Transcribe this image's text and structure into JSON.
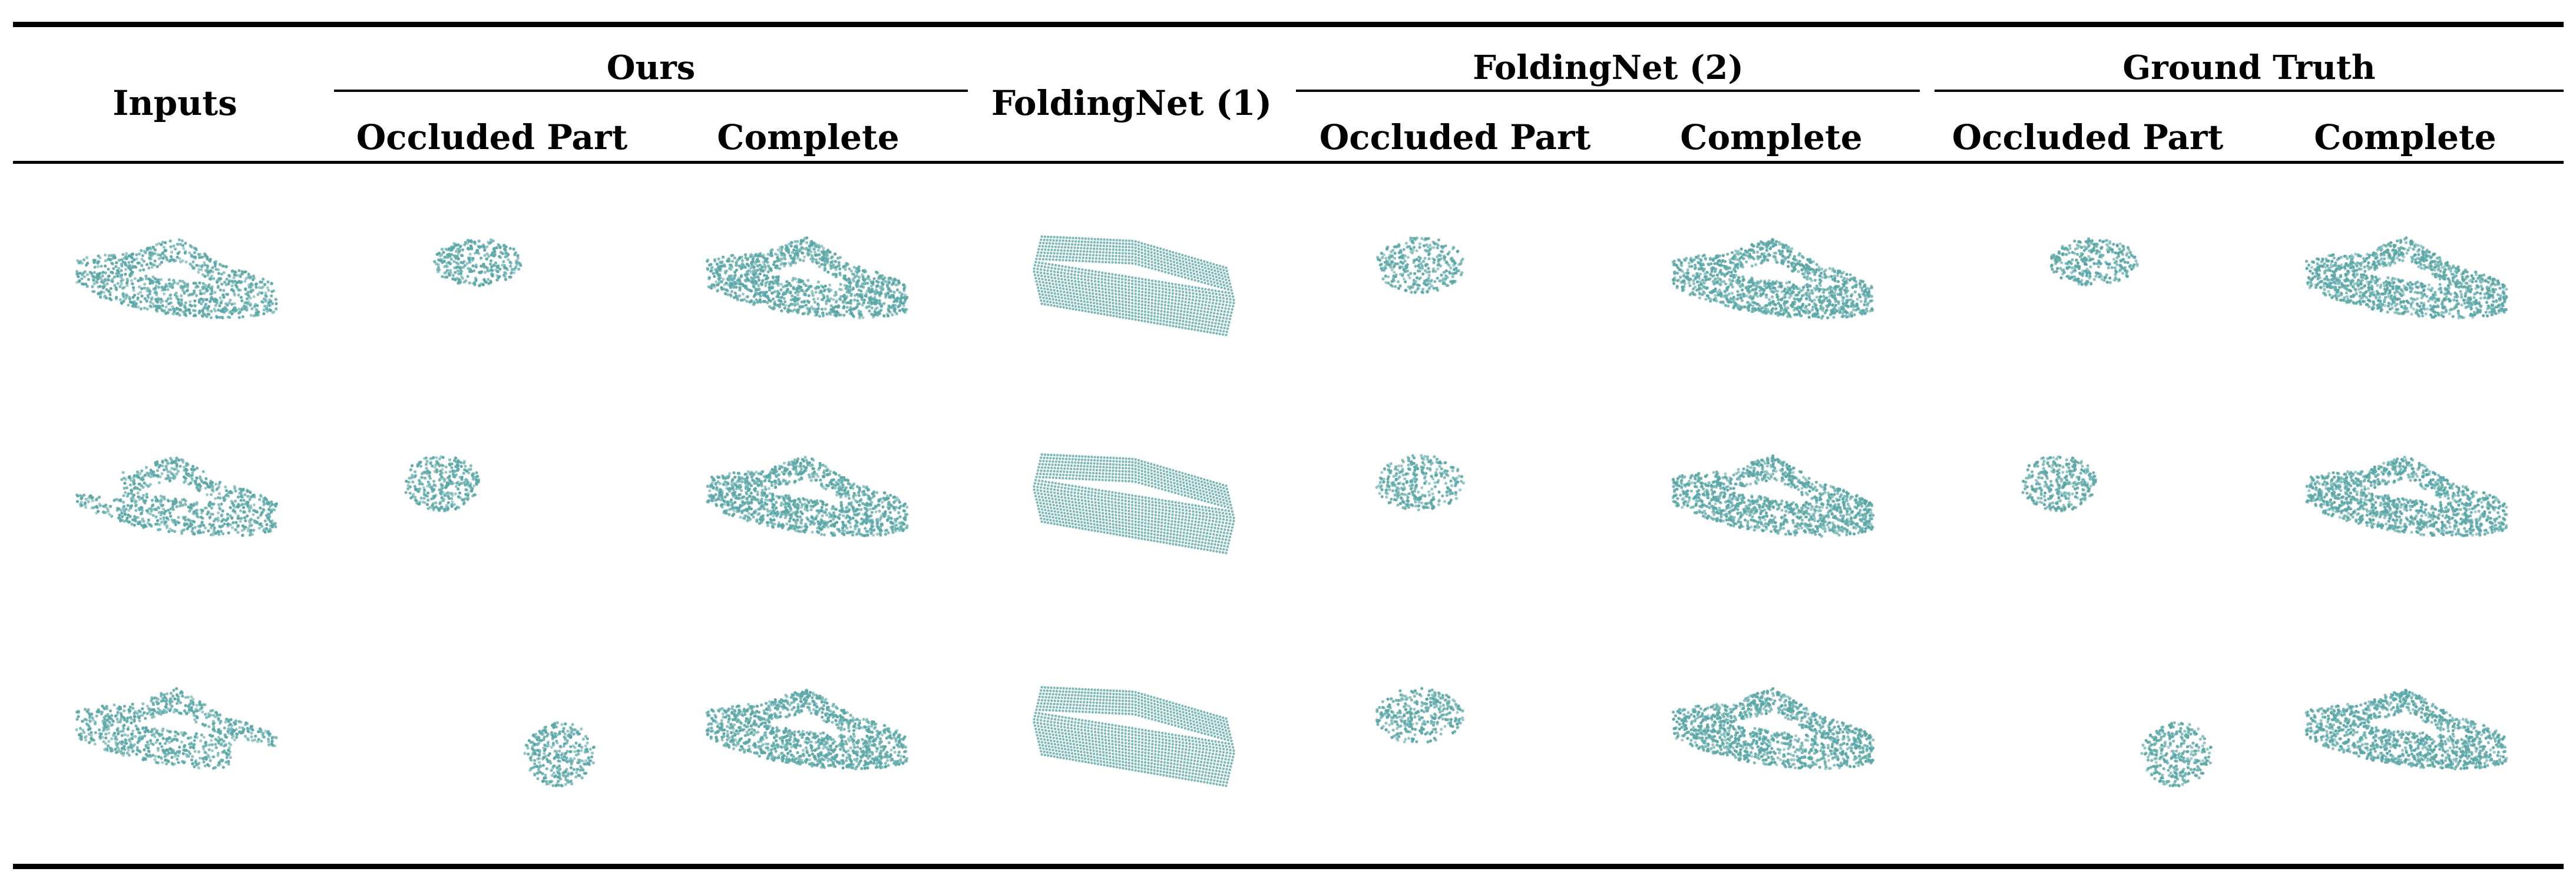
{
  "table": {
    "headers": {
      "inputs": "Inputs",
      "foldingnet1": "FoldingNet (1)",
      "groups": [
        {
          "label": "Ours",
          "subs": [
            "Occluded Part",
            "Complete"
          ]
        },
        {
          "label": "FoldingNet (2)",
          "subs": [
            "Occluded Part",
            "Complete"
          ]
        },
        {
          "label": "Ground Truth",
          "subs": [
            "Occluded Part",
            "Complete"
          ]
        }
      ]
    },
    "columns": [
      "inputs",
      "ours-occluded",
      "ours-complete",
      "foldingnet1",
      "foldingnet2-occluded",
      "foldingnet2-complete",
      "gt-occluded",
      "gt-complete"
    ],
    "rows": [
      [
        "car-input-partial",
        "car-part-roof",
        "car-complete",
        "car-fold-grid",
        "car-part-folded",
        "car-complete-folded",
        "car-part-roof",
        "car-complete"
      ],
      [
        "car-input-partial",
        "car-part-front",
        "car-complete",
        "car-fold-grid",
        "car-part-folded",
        "car-complete-folded",
        "car-part-front",
        "car-complete"
      ],
      [
        "car-input-partial",
        "car-part-rear",
        "car-complete",
        "car-fold-grid",
        "car-part-folded",
        "car-complete-folded",
        "car-part-rear",
        "car-complete"
      ]
    ],
    "point_color": "#5ba7a7"
  }
}
